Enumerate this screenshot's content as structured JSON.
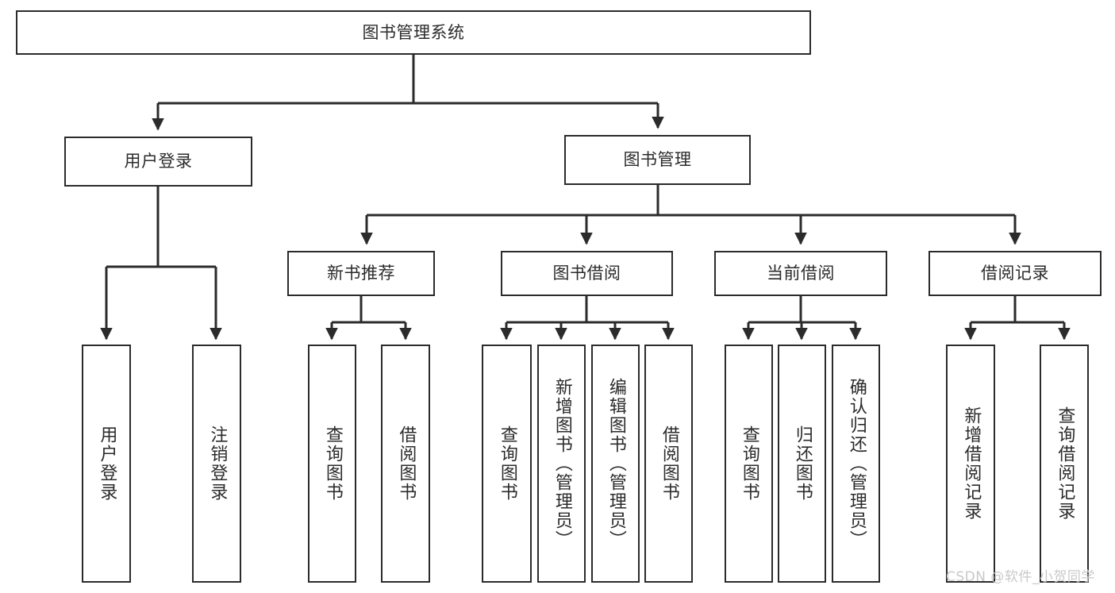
{
  "diagram": {
    "title": "图书管理系统",
    "type": "tree-hierarchy",
    "root": {
      "label": "图书管理系统"
    },
    "level1": [
      {
        "label": "用户登录"
      },
      {
        "label": "图书管理"
      }
    ],
    "level2": [
      {
        "label": "新书推荐"
      },
      {
        "label": "图书借阅"
      },
      {
        "label": "当前借阅"
      },
      {
        "label": "借阅记录"
      }
    ],
    "leaves": {
      "user_login": [
        {
          "label": "用户登录"
        },
        {
          "label": "注销登录"
        }
      ],
      "new_book": [
        {
          "label": "查询图书"
        },
        {
          "label": "借阅图书"
        }
      ],
      "book_borrow": [
        {
          "label": "查询图书"
        },
        {
          "label": "新增图书（管理员）"
        },
        {
          "label": "编辑图书（管理员）"
        },
        {
          "label": "借阅图书"
        }
      ],
      "current_borrow": [
        {
          "label": "查询图书"
        },
        {
          "label": "归还图书"
        },
        {
          "label": "确认归还（管理员）"
        }
      ],
      "borrow_record": [
        {
          "label": "新增借阅记录"
        },
        {
          "label": "查询借阅记录"
        }
      ]
    }
  },
  "watermark": {
    "text": "CSDN @软件_小贺同学"
  },
  "colors": {
    "background": "#ffffff",
    "box_fill": "#ffffff",
    "box_stroke": "#2b2b2b",
    "text": "#2b2b2b",
    "edge": "#2b2b2b",
    "watermark": "#c9c9c9"
  }
}
